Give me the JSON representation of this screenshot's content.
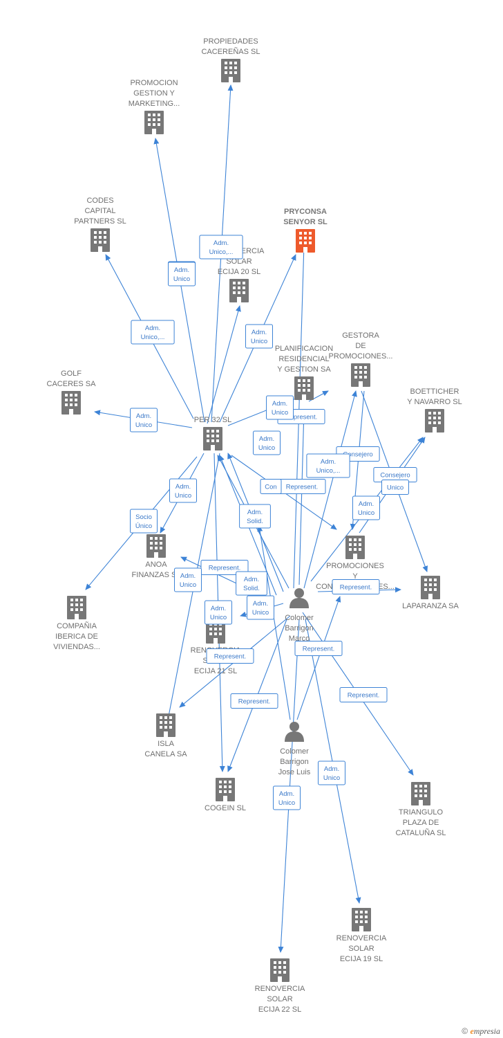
{
  "colors": {
    "edge": "#3d83d6",
    "company": "#777777",
    "main_company": "#ee5a2c",
    "person": "#777777"
  },
  "nodes": [
    {
      "id": "propiedades",
      "kind": "company",
      "lines": [
        "PROPIEDADES",
        "CACEREÑAS SL"
      ]
    },
    {
      "id": "promocion_gestion",
      "kind": "company",
      "lines": [
        "PROMOCION",
        "GESTION Y",
        "MARKETING..."
      ]
    },
    {
      "id": "codes",
      "kind": "company",
      "lines": [
        "CODES",
        "CAPITAL",
        "PARTNERS SL"
      ]
    },
    {
      "id": "pryconsa",
      "kind": "main",
      "lines": [
        "PRYCONSA",
        "SENYOR  SL"
      ]
    },
    {
      "id": "renovercia20",
      "kind": "company",
      "lines": [
        "RENOVERCIA",
        "SOLAR",
        "ECIJA 20  SL"
      ]
    },
    {
      "id": "golf",
      "kind": "company",
      "lines": [
        "GOLF",
        "CACERES SA"
      ]
    },
    {
      "id": "planificacion",
      "kind": "company",
      "lines": [
        "PLANIFICACION",
        "RESIDENCIAL",
        "Y GESTION SA"
      ]
    },
    {
      "id": "gestora",
      "kind": "company",
      "lines": [
        "GESTORA",
        "DE",
        "PROMOCIONES..."
      ]
    },
    {
      "id": "boetticher",
      "kind": "company",
      "lines": [
        "BOETTICHER",
        "Y NAVARRO  SL"
      ]
    },
    {
      "id": "per32",
      "kind": "company",
      "lines": [
        "PER 32 SL"
      ]
    },
    {
      "id": "anoa",
      "kind": "company",
      "lines": [
        "ANOA",
        "FINANZAS SL"
      ]
    },
    {
      "id": "promociones_cons",
      "kind": "company",
      "lines": [
        "PROMOCIONES",
        "Y",
        "CONSTRUCCIONES..."
      ]
    },
    {
      "id": "laparanza",
      "kind": "company",
      "lines": [
        "LAPARANZA SA"
      ]
    },
    {
      "id": "compania",
      "kind": "company",
      "lines": [
        "COMPAÑIA",
        "IBERICA DE",
        "VIVIENDAS..."
      ]
    },
    {
      "id": "colomer_marco",
      "kind": "person",
      "lines": [
        "Colomer",
        "Barrigon",
        "Marco"
      ]
    },
    {
      "id": "renovercia21",
      "kind": "company",
      "lines": [
        "RENOVERCIA",
        "SOLAR",
        "ECIJA 21  SL"
      ]
    },
    {
      "id": "isla",
      "kind": "company",
      "lines": [
        "ISLA",
        "CANELA SA"
      ]
    },
    {
      "id": "colomer_jose",
      "kind": "person",
      "lines": [
        "Colomer",
        "Barrigon",
        "Jose Luis"
      ]
    },
    {
      "id": "cogein",
      "kind": "company",
      "lines": [
        "COGEIN  SL"
      ]
    },
    {
      "id": "triangulo",
      "kind": "company",
      "lines": [
        "TRIANGULO",
        "PLAZA DE",
        "CATALUÑA SL"
      ]
    },
    {
      "id": "renovercia19",
      "kind": "company",
      "lines": [
        "RENOVERCIA",
        "SOLAR",
        "ECIJA 19 SL"
      ]
    },
    {
      "id": "renovercia22",
      "kind": "company",
      "lines": [
        "RENOVERCIA",
        "SOLAR",
        "ECIJA 22  SL"
      ]
    }
  ],
  "edge_labels": [
    [
      "Adm.",
      "Unico,..."
    ],
    [
      "Adm.",
      "Unico"
    ],
    [
      "Adm.",
      "Unico,..."
    ],
    [
      "Adm.",
      "Unico"
    ],
    [
      "Adm.",
      "Unico"
    ],
    [
      "Adm.",
      "Unico"
    ],
    [
      "Socio",
      "Único"
    ],
    [
      "Adm.",
      "Unico"
    ],
    [
      "Adm.",
      "Solid."
    ],
    [
      "Adm.",
      "Unico"
    ],
    [
      "Represent."
    ],
    [
      "Adm.",
      "Unico"
    ],
    [
      "Consejero"
    ],
    [
      "Adm.",
      "Unico,..."
    ],
    [
      "Represent."
    ],
    [
      "Consejero"
    ],
    [
      "Represent."
    ],
    [
      "Unico"
    ],
    [
      "Adm.",
      "Unico"
    ],
    [
      "Represent."
    ],
    [
      "Adm.",
      "Unico"
    ],
    [
      "Adm.",
      "Solid."
    ],
    [
      "Adm.",
      "Unico"
    ],
    [
      "Adm.",
      "Unico"
    ],
    [
      "Represent."
    ],
    [
      "Represent."
    ],
    [
      "Represent."
    ],
    [
      "Represent."
    ],
    [
      "Adm.",
      "Unico"
    ],
    [
      "Adm.",
      "Unico"
    ],
    [
      "Con"
    ]
  ],
  "footer": {
    "copyright": "©",
    "brand_first": "e",
    "brand_rest": "mpresia"
  }
}
